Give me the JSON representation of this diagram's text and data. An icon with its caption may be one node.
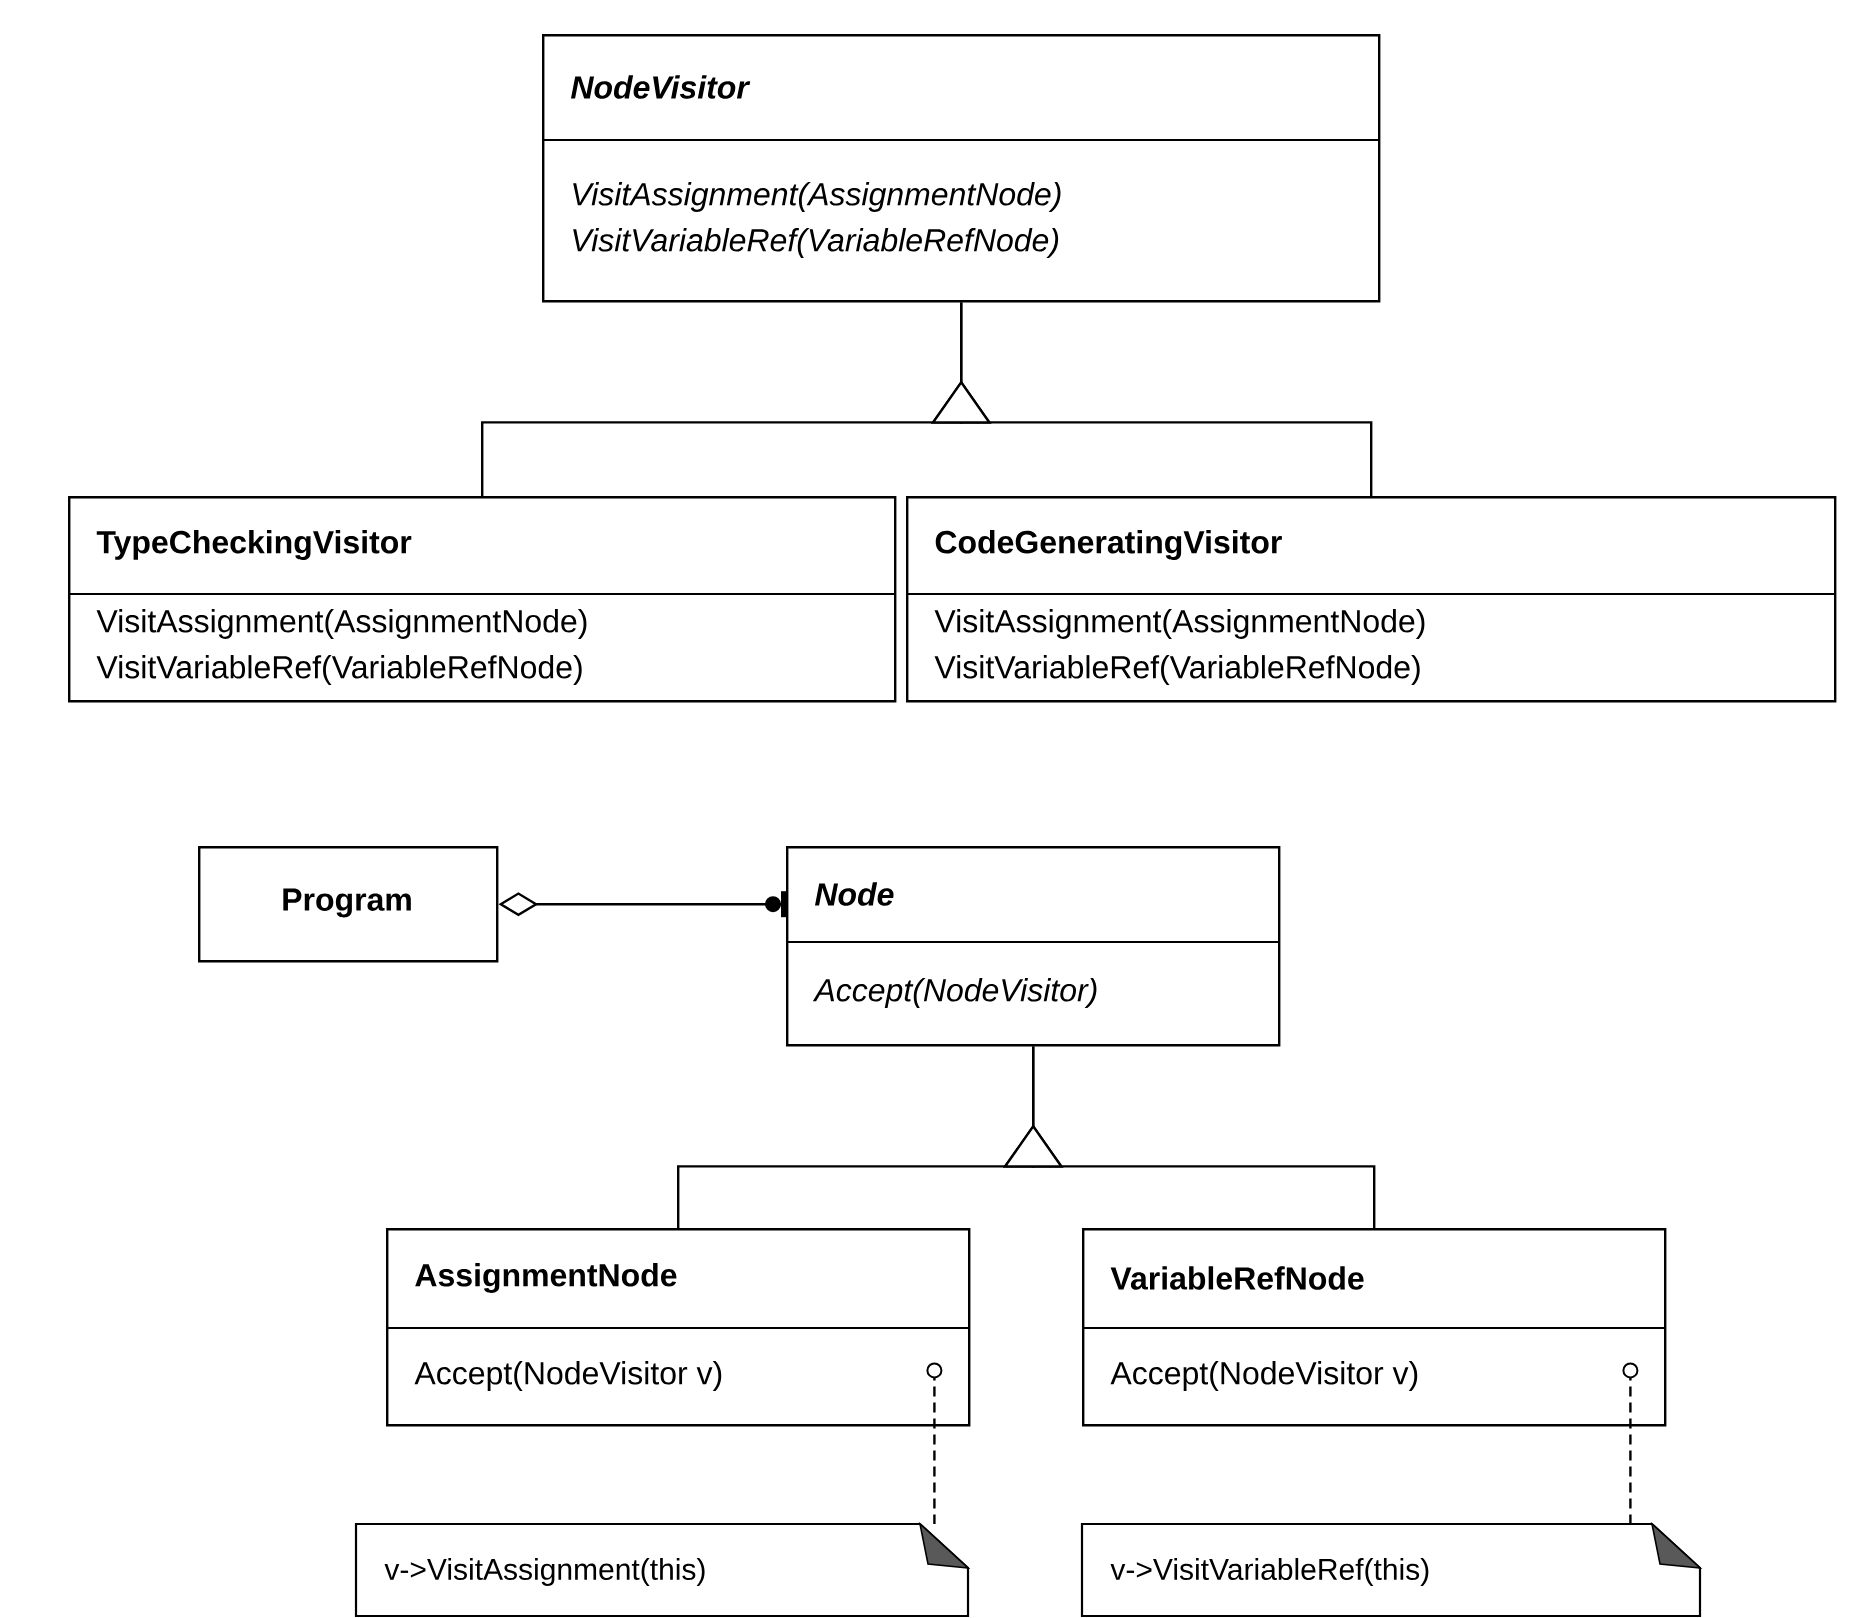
{
  "diagram": {
    "nodes": [
      {
        "text": [
          "NodeVisitor",
          "VisitAssignment(AssignmentNode)",
          "VisitVariableRef(VariableRefNode)"
        ]
      },
      {
        "text": [
          "TypeCheckingVisitor",
          "VisitAssignment(AssignmentNode)",
          "VisitVariableRef(VariableRefNode)"
        ]
      },
      {
        "text": [
          "CodeGeneratingVisitor",
          "VisitAssignment(AssignmentNode)",
          "VisitVariableRef(VariableRefNode)"
        ]
      },
      {
        "text": [
          "Program"
        ]
      },
      {
        "text": [
          "Node",
          "Accept(NodeVisitor)"
        ]
      },
      {
        "text": [
          "AssignmentNode",
          "Accept(NodeVisitor v)"
        ]
      },
      {
        "text": [
          "VariableRefNode",
          "Accept(NodeVisitor v)"
        ]
      },
      {
        "text": [
          "v->VisitAssignment(this)"
        ]
      },
      {
        "text": [
          "v->VisitVariableRef(this)"
        ]
      }
    ],
    "edges": [
      {
        "from": 1,
        "to": 0,
        "arrow": "to"
      },
      {
        "from": 2,
        "to": 0,
        "arrow": "to"
      },
      {
        "from": 3,
        "to": 4,
        "arrow": "other"
      },
      {
        "from": 5,
        "to": 4,
        "arrow": "to"
      },
      {
        "from": 6,
        "to": 4,
        "arrow": "to"
      },
      {
        "from": 5,
        "to": 7,
        "arrow": "other",
        "style": "dashed"
      },
      {
        "from": 6,
        "to": 8,
        "arrow": "other",
        "style": "dashed"
      }
    ]
  }
}
